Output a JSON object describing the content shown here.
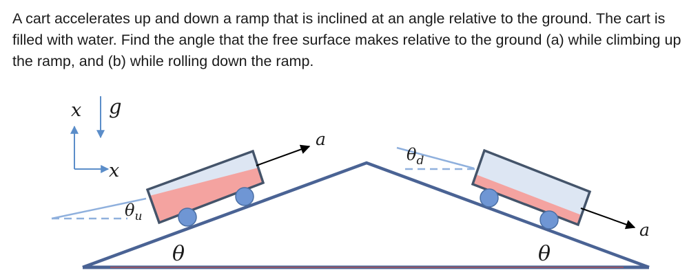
{
  "problem": {
    "text": "A cart accelerates up and down a ramp that is inclined at an angle  relative to the ground. The cart is filled with water. Find the angle that the free surface makes relative to the ground (a) while climbing up the ramp, and (b) while rolling down the ramp."
  },
  "diagram": {
    "axes": {
      "vertical_label": "x",
      "horizontal_label": "x",
      "gravity_label": "g"
    },
    "left_cart": {
      "acceleration_label": "a",
      "angle_label": "θ",
      "surface_angle_label": "θ",
      "surface_angle_subscript": "u"
    },
    "right_cart": {
      "acceleration_label": "a",
      "angle_label": "θ",
      "surface_angle_label": "θ",
      "surface_angle_subscript": "d"
    },
    "colors": {
      "ramp": "#4a6394",
      "cart_outline": "#44546a",
      "cart_air": "#dde6f3",
      "water": "#f4a3a0",
      "wheel": "#6f96d4",
      "wheel_stroke": "#4a6fa5",
      "axis_arrows": "#5b8dc9",
      "ground_line": "#c0504d",
      "reference_line": "#8fb0dd"
    }
  }
}
